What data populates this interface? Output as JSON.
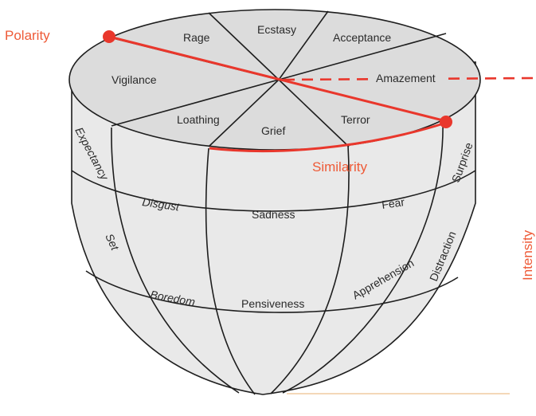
{
  "dimensions": {
    "polarity": "Polarity",
    "similarity": "Similarity",
    "intensity": "Intensity"
  },
  "top_emotions": {
    "rage": "Rage",
    "ecstasy": "Ecstasy",
    "acceptance": "Acceptance",
    "vigilance": "Vigilance",
    "amazement": "Amazement",
    "loathing": "Loathing",
    "grief": "Grief",
    "terror": "Terror"
  },
  "middle_emotions": {
    "expectancy": "Expectancy",
    "disgust": "Disgust",
    "sadness": "Sadness",
    "fear": "Fear",
    "surprise": "Surprise"
  },
  "lower_emotions": {
    "set": "Set",
    "boredom": "Boredom",
    "pensiveness": "Pensiveness",
    "apprehension": "Apprehension",
    "distraction": "Distraction"
  },
  "colors": {
    "body_fill": "#e9e9e9",
    "top_fill": "#dcdcdc",
    "outline": "#1e1e1e",
    "accent": "#e9372c",
    "label_accent": "#ee5a37"
  }
}
